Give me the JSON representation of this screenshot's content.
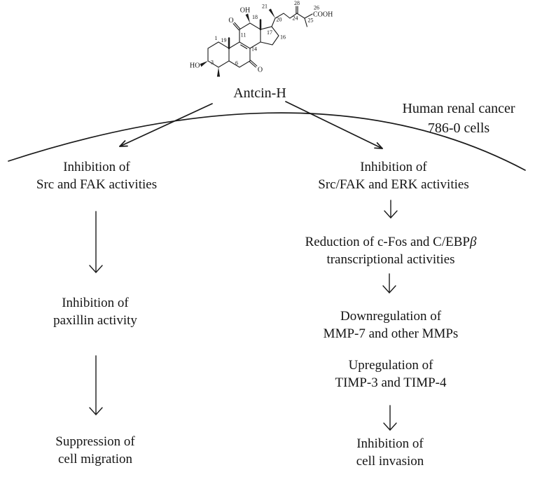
{
  "title": "Antcin-H",
  "cell_label": {
    "line1": "Human renal cancer",
    "line2": "786-0 cells"
  },
  "molecule": {
    "groups": {
      "ho": "HO",
      "o_c11": "O",
      "oh_c12": "OH",
      "o_c7": "O",
      "cooh": "COOH"
    },
    "numbers": {
      "n1": "1",
      "n3": "3",
      "n6": "6",
      "n11": "11",
      "n14": "14",
      "n16": "16",
      "n17": "17",
      "n18": "18",
      "n19": "19",
      "n20": "20",
      "n21": "21",
      "n24": "24",
      "n25": "25",
      "n26": "26",
      "n28": "28"
    }
  },
  "left_pathway": {
    "step1": {
      "line1": "Inhibition of",
      "line2": "Src and FAK activities"
    },
    "step2": {
      "line1": "Inhibition of",
      "line2": "paxillin activity"
    },
    "step3": {
      "line1": "Suppression of",
      "line2": "cell migration"
    }
  },
  "right_pathway": {
    "step1": {
      "line1": "Inhibition of",
      "line2": "Src/FAK and ERK activities"
    },
    "step2": {
      "line1_prefix": "Reduction of c-Fos and C/EBP",
      "line1_beta": "β",
      "line2": "transcriptional activities"
    },
    "step3": {
      "line1": "Downregulation of",
      "line2": "MMP-7 and other MMPs"
    },
    "step4": {
      "line1": "Upregulation of",
      "line2": "TIMP-3 and TIMP-4"
    },
    "step5": {
      "line1": "Inhibition of",
      "line2": "cell invasion"
    }
  }
}
